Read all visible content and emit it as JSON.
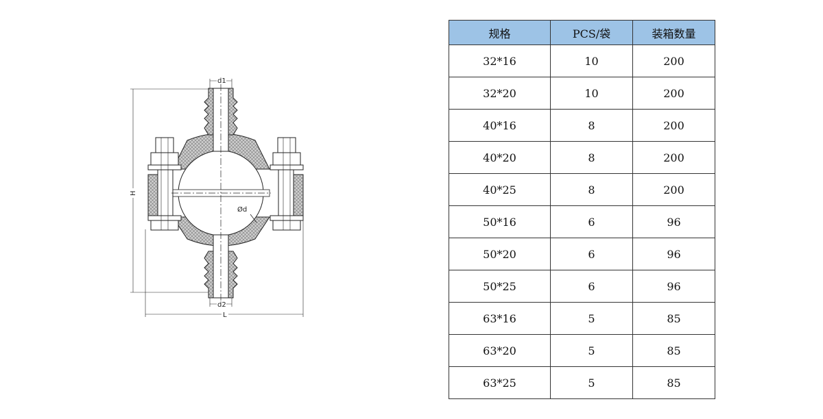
{
  "drawing": {
    "labels": {
      "d1": "d1",
      "d2": "d2",
      "H": "H",
      "L": "L",
      "diameter": "Ød"
    }
  },
  "table": {
    "headers": [
      "规格",
      "PCS/袋",
      "装箱数量"
    ],
    "rows": [
      [
        "32*16",
        "10",
        "200"
      ],
      [
        "32*20",
        "10",
        "200"
      ],
      [
        "40*16",
        "8",
        "200"
      ],
      [
        "40*20",
        "8",
        "200"
      ],
      [
        "40*25",
        "8",
        "200"
      ],
      [
        "50*16",
        "6",
        "96"
      ],
      [
        "50*20",
        "6",
        "96"
      ],
      [
        "50*25",
        "6",
        "96"
      ],
      [
        "63*16",
        "5",
        "85"
      ],
      [
        "63*20",
        "5",
        "85"
      ],
      [
        "63*25",
        "5",
        "85"
      ]
    ]
  },
  "colors": {
    "header_bg": "#9dc3e6",
    "hatch": "#888888"
  }
}
